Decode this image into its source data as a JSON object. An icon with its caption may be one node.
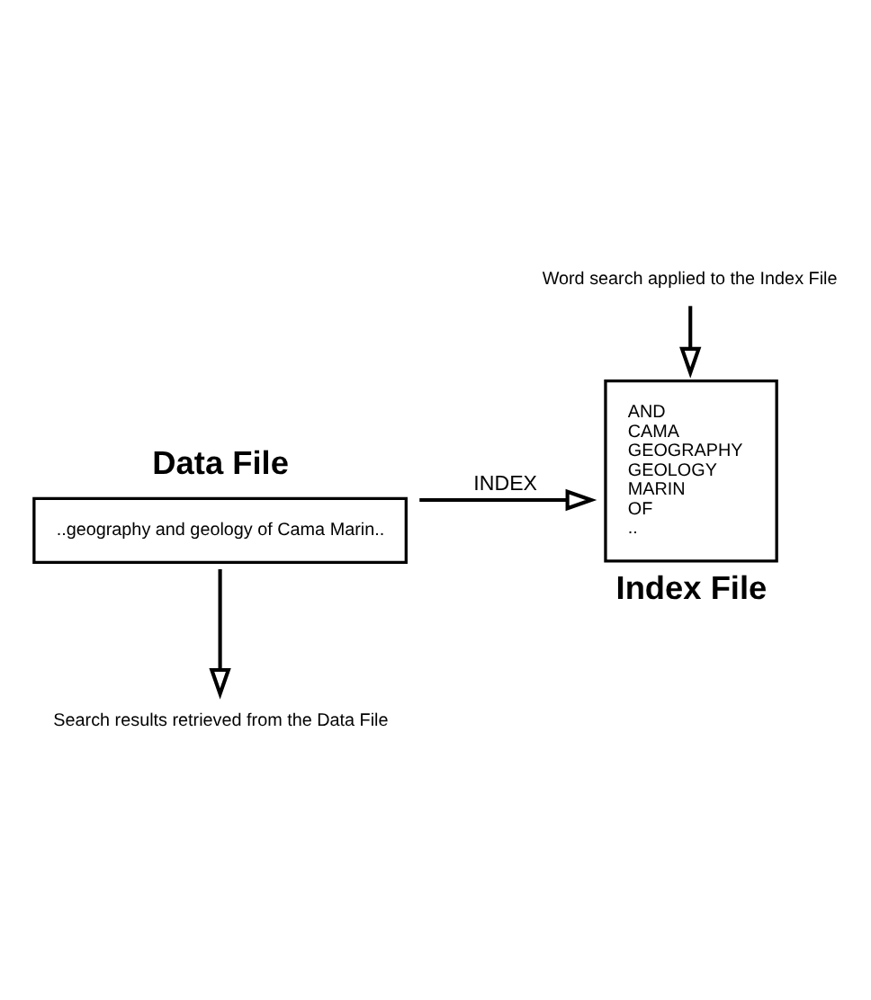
{
  "diagram": {
    "nodes": [
      {
        "text": [
          "Data File",
          "..geography and geology of Cama Marin.."
        ]
      },
      {
        "text": [
          "Word search applied to the Index File"
        ]
      },
      {
        "text": [
          "AND",
          "CAMA",
          "GEOGRAPHY",
          "GEOLOGY",
          "MARIN",
          "OF",
          "..",
          "Index File"
        ]
      },
      {
        "text": [
          "Search results retrieved from the Data File"
        ]
      }
    ],
    "edges": [
      {
        "from": 0,
        "to": 2,
        "arrow": "to",
        "label": "INDEX"
      },
      {
        "from": 1,
        "to": 2,
        "arrow": "to"
      },
      {
        "from": 0,
        "to": 3,
        "arrow": "to"
      }
    ]
  }
}
